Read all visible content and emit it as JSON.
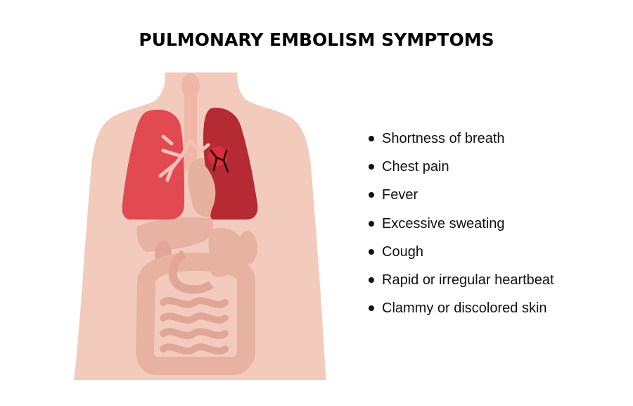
{
  "title": "PULMONARY EMBOLISM SYMPTOMS",
  "symptoms": [
    "Shortness of breath",
    "Chest pain",
    "Fever",
    "Excessive sweating",
    "Cough",
    "Rapid or irregular heartbeat",
    "Clammy or discolored skin"
  ],
  "colors": {
    "skin": "#f2cbbd",
    "organs": "#e6b09f",
    "lung_right": "#e24a52",
    "lung_left": "#b52a33",
    "embolism": "#1a0a0a",
    "trachea": "#f0b7a9"
  }
}
